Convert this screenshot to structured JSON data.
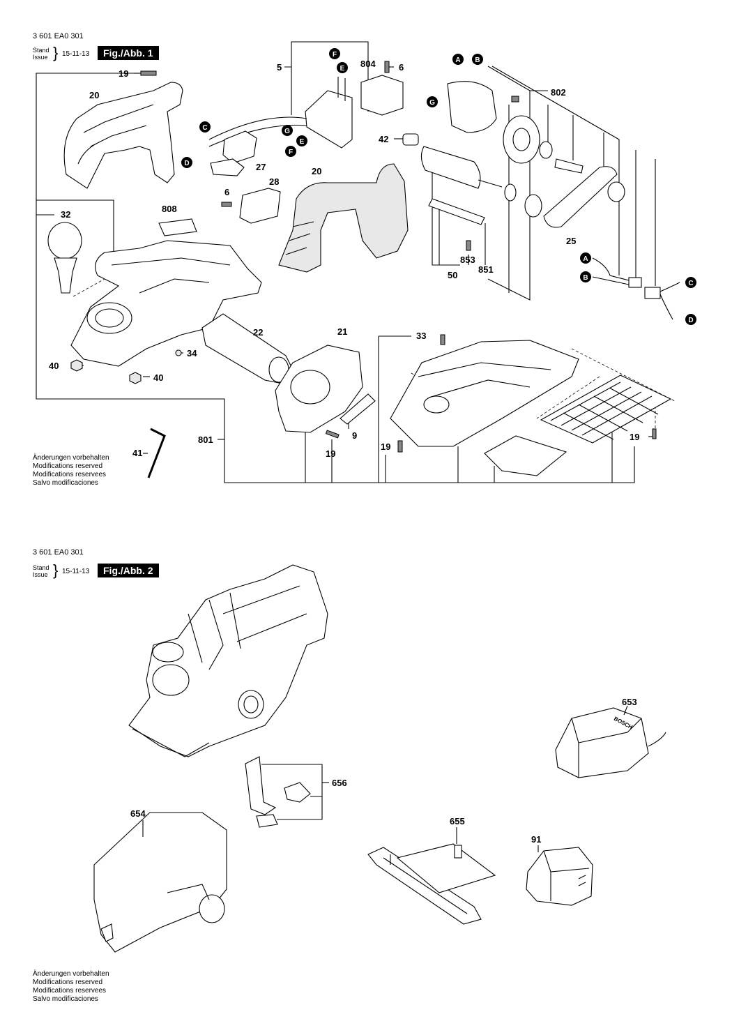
{
  "sheets": [
    {
      "doc_number": "3 601 EA0 301",
      "stand_label": "Stand",
      "issue_label": "Issue",
      "date": "15-11-13",
      "figure_label": "Fig./Abb. 1",
      "notes": [
        "Änderungen vorbehalten",
        "Modifications reserved",
        "Modifications reservees",
        "Salvo modificaciones"
      ]
    },
    {
      "doc_number": "3 601 EA0 301",
      "stand_label": "Stand",
      "issue_label": "Issue",
      "date": "15-11-13",
      "figure_label": "Fig./Abb. 2",
      "notes": [
        "Änderungen vorbehalten",
        "Modifications reserved",
        "Modifications reservees",
        "Salvo modificaciones"
      ]
    }
  ],
  "fig1_part_labels": {
    "p19a": "19",
    "p20a": "20",
    "p5": "5",
    "p804": "804",
    "p6a": "6",
    "p802": "802",
    "p42": "42",
    "p27": "27",
    "p20b": "20",
    "p28": "28",
    "p6b": "6",
    "p32": "32",
    "p808": "808",
    "p25": "25",
    "p853": "853",
    "p851": "851",
    "p50": "50",
    "p22": "22",
    "p21": "21",
    "p33": "33",
    "p34": "34",
    "p40a": "40",
    "p40b": "40",
    "p9": "9",
    "p41": "41",
    "p801": "801",
    "p19b": "19",
    "p19c": "19",
    "p19d": "19"
  },
  "fig2_part_labels": {
    "p653": "653",
    "p656": "656",
    "p654": "654",
    "p655": "655",
    "p91": "91"
  },
  "connectors": {
    "F1": "F",
    "E1": "E",
    "A1": "A",
    "B1": "B",
    "G1": "G",
    "C1": "C",
    "G2": "G",
    "E2": "E",
    "F2": "F",
    "D1": "D",
    "A2": "A",
    "B2": "B",
    "C2": "C",
    "D2": "D"
  },
  "charger_brand": "BOSCH"
}
